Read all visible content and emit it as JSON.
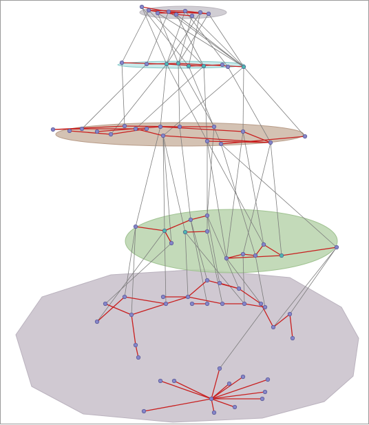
{
  "figure": {
    "layers": [
      {
        "id": "layer-1",
        "fill": "#c9c5cc",
        "stroke": "#b8b4bb"
      },
      {
        "id": "layer-2",
        "fill": "#bfe6e6",
        "stroke": "#7fc6c6"
      },
      {
        "id": "layer-3",
        "fill": "#cdb7a6",
        "stroke": "#b89c88"
      },
      {
        "id": "layer-4",
        "fill": "#b9d4ad",
        "stroke": "#9fc290"
      },
      {
        "id": "layer-5",
        "fill": "#cdc6d0",
        "stroke": "#bab2be"
      }
    ],
    "colors": {
      "inter_edge": "#7b7b7b",
      "intra_edge": "#c81e1e",
      "node": "#8585c8",
      "node_stroke": "#4b4b8a",
      "node_alt": "#4fb7b0"
    }
  }
}
